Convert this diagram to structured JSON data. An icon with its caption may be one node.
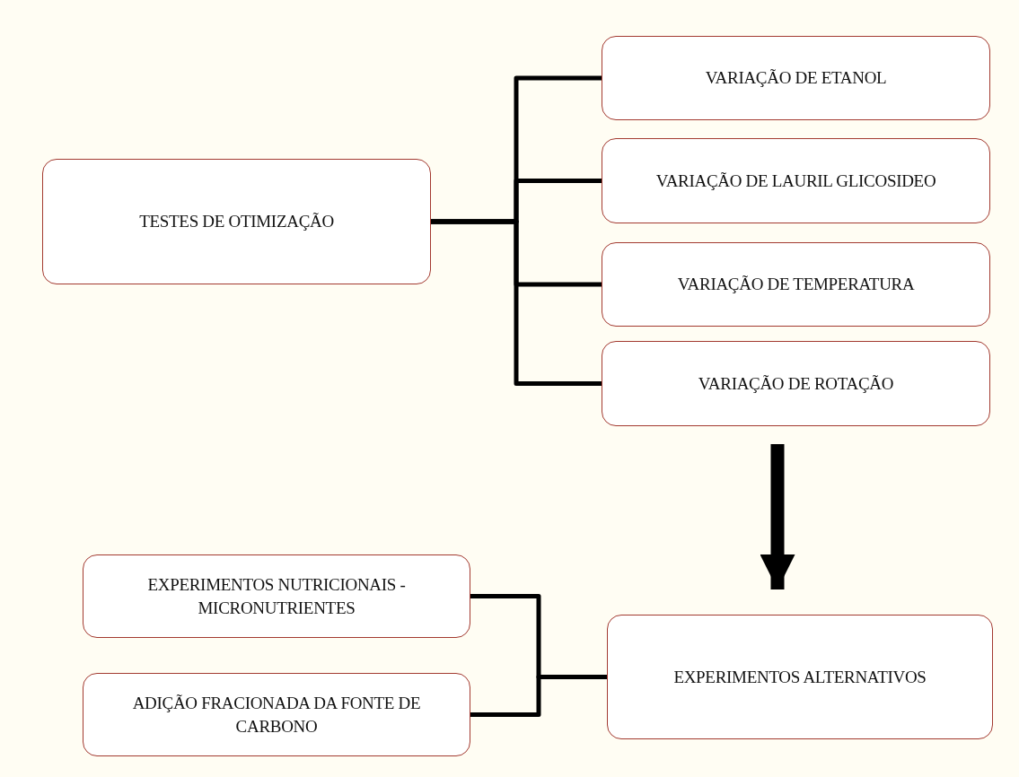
{
  "diagram": {
    "nodes": [
      {
        "text": [
          "TESTES DE OTIMIZAÇÃO"
        ]
      },
      {
        "text": [
          "VARIAÇÃO DE ETANOL"
        ]
      },
      {
        "text": [
          "VARIAÇÃO DE LAURIL GLICOSIDEO"
        ]
      },
      {
        "text": [
          "VARIAÇÃO DE TEMPERATURA"
        ]
      },
      {
        "text": [
          "VARIAÇÃO DE ROTAÇÃO"
        ]
      },
      {
        "text": [
          "EXPERIMENTOS NUTRICIONAIS - MICRONUTRIENTES"
        ]
      },
      {
        "text": [
          "ADIÇÃO FRACIONADA DA FONTE DE CARBONO"
        ]
      },
      {
        "text": [
          "EXPERIMENTOS ALTERNATIVOS"
        ]
      }
    ],
    "edges": [
      {
        "from": 0,
        "to": 1,
        "arrow": "none"
      },
      {
        "from": 0,
        "to": 2,
        "arrow": "none"
      },
      {
        "from": 0,
        "to": 3,
        "arrow": "none"
      },
      {
        "from": 0,
        "to": 4,
        "arrow": "none"
      },
      {
        "from": 4,
        "to": 7,
        "arrow": "to",
        "style": "thick"
      },
      {
        "from": 7,
        "to": 5,
        "arrow": "none"
      },
      {
        "from": 7,
        "to": 6,
        "arrow": "none"
      }
    ]
  }
}
